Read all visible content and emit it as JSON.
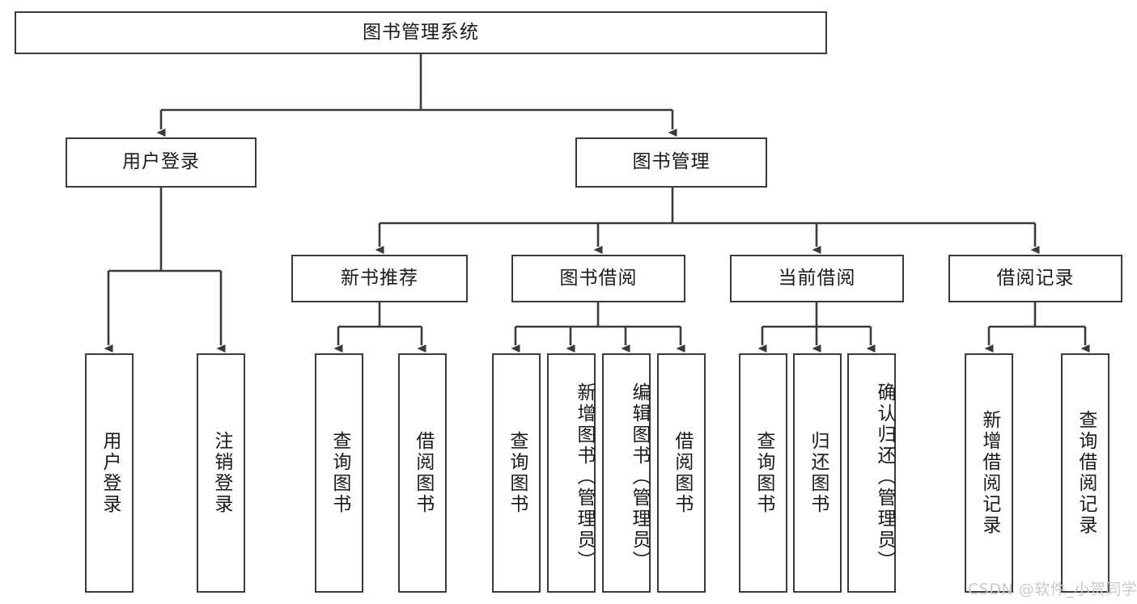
{
  "diagram": {
    "title": "图书管理系统",
    "type": "tree-hierarchy-chart",
    "stroke_color": "#3a3a3a",
    "fill_color": "#ffffff",
    "text_color": "#1a1a1a",
    "watermark": "CSDN @软件_小贺同学"
  },
  "nodes": {
    "root": {
      "label": "图书管理系统"
    },
    "level2": [
      {
        "label": "用户登录"
      },
      {
        "label": "图书管理"
      }
    ],
    "level3": [
      {
        "label": "新书推荐"
      },
      {
        "label": "图书借阅"
      },
      {
        "label": "当前借阅"
      },
      {
        "label": "借阅记录"
      }
    ],
    "leaves": {
      "user_login": [
        {
          "label": "用户登录"
        },
        {
          "label": "注销登录"
        }
      ],
      "new_book_recommend": [
        {
          "label": "查询图书"
        },
        {
          "label": "借阅图书"
        }
      ],
      "book_borrow": [
        {
          "label": "查询图书"
        },
        {
          "label": "新增图书（管理员）"
        },
        {
          "label": "编辑图书（管理员）"
        },
        {
          "label": "借阅图书"
        }
      ],
      "current_borrow": [
        {
          "label": "查询图书"
        },
        {
          "label": "归还图书"
        },
        {
          "label": "确认归还（管理员）"
        }
      ],
      "borrow_record": [
        {
          "label": "新增借阅记录"
        },
        {
          "label": "查询借阅记录"
        }
      ]
    }
  }
}
